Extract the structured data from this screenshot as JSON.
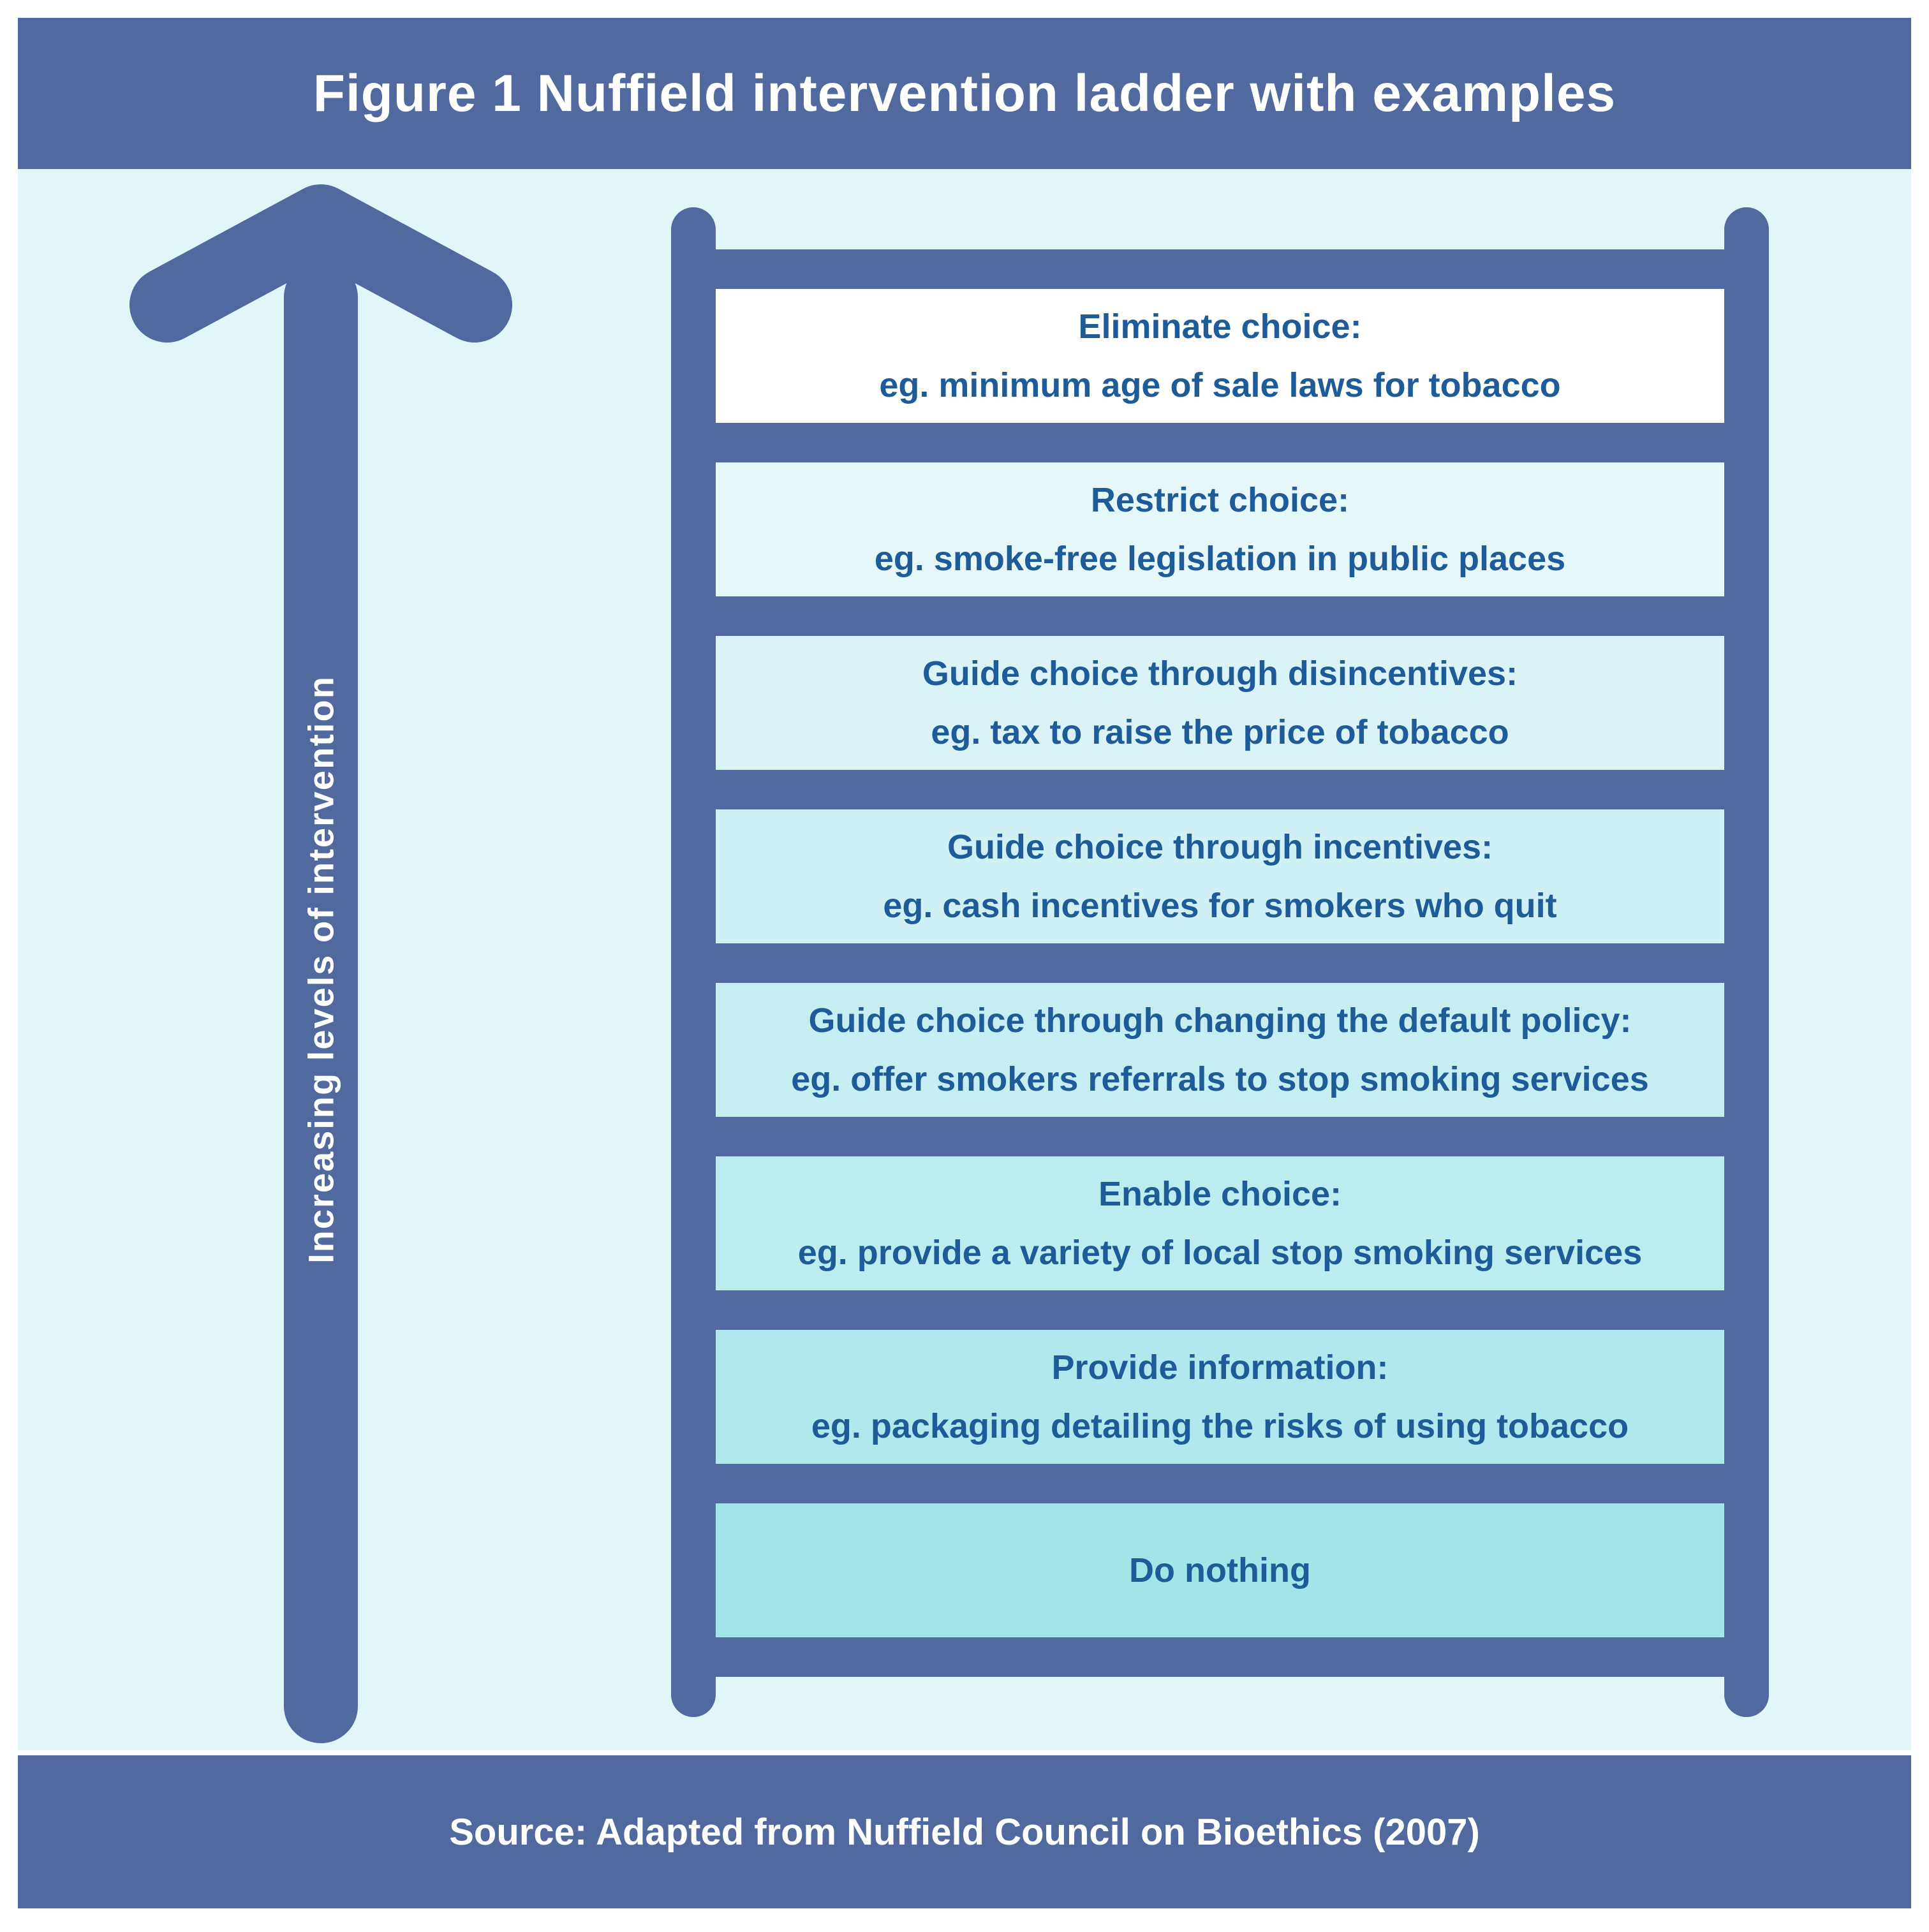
{
  "title": "Figure 1 Nuffield intervention ladder with examples",
  "arrow": {
    "label": "Increasing levels of intervention"
  },
  "ladder": {
    "steps": [
      {
        "heading": "Eliminate choice:",
        "example": "eg. minimum age of sale laws for tobacco",
        "bg": "#ffffff"
      },
      {
        "heading": "Restrict choice:",
        "example": "eg. smoke-free legislation in public places",
        "bg": "#e6f7fa"
      },
      {
        "heading": "Guide choice through disincentives:",
        "example": "eg. tax to raise the price of tobacco",
        "bg": "#daf3f7"
      },
      {
        "heading": "Guide choice through incentives:",
        "example": "eg. cash incentives for smokers who quit",
        "bg": "#cff1f5"
      },
      {
        "heading": "Guide choice through changing the default policy:",
        "example": "eg. offer smokers referrals to stop smoking services",
        "bg": "#c5eef2"
      },
      {
        "heading": "Enable choice:",
        "example": "eg. provide a variety of local stop smoking services",
        "bg": "#baecf0"
      },
      {
        "heading": "Provide information:",
        "example": "eg. packaging detailing the risks of using tobacco",
        "bg": "#afe9ed"
      },
      {
        "heading": "Do nothing",
        "example": "",
        "bg": "#a2e5e9"
      }
    ]
  },
  "source": "Source: Adapted from Nuffield Council on Bioethics (2007)",
  "colors": {
    "frame": "#51699e",
    "canvas": "#e2f5f8",
    "step_text": "#1e5c99",
    "light_text": "#ffffff"
  }
}
